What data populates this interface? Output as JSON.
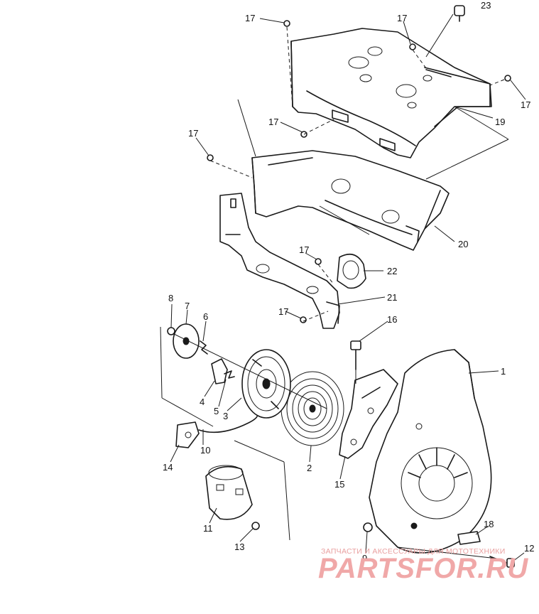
{
  "callouts": {
    "p1": "1",
    "p2": "2",
    "p3": "3",
    "p4": "4",
    "p5": "5",
    "p6": "6",
    "p7": "7",
    "p8": "8",
    "p9": "9",
    "p10": "10",
    "p11": "11",
    "p12": "12",
    "p13": "13",
    "p14": "14",
    "p15": "15",
    "p16": "16",
    "p17": "17",
    "p18": "18",
    "p19": "19",
    "p20": "20",
    "p21": "21",
    "p22": "22",
    "p23": "23"
  },
  "watermark": {
    "caption": "ЗАПЧАСТИ И АКСЕССУАРЫ ДЛЯ МОТОТЕХНИКИ",
    "brand": "PARTSFOR.RU"
  }
}
